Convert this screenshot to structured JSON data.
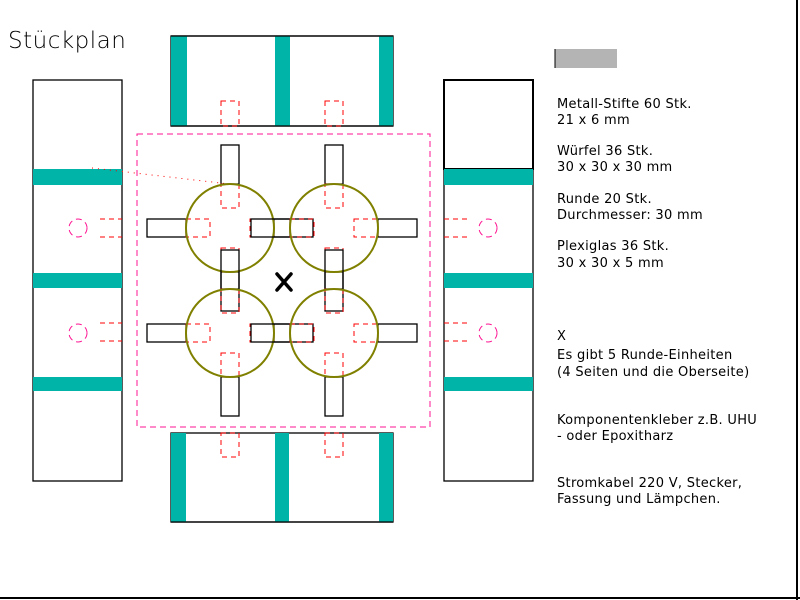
{
  "title": "Stückplan",
  "colors": {
    "profile": "#00b4a8",
    "round": "#808000",
    "hidden": "#ff0000",
    "outline": "#ff1493",
    "swatch": "#b4b4b4"
  },
  "legend": [
    {
      "line1": "Metall-Stifte 60 Stk.",
      "line2": "21 x 6 mm"
    },
    {
      "line1": "Würfel 36 Stk.",
      "line2": "30 x 30 x 30 mm"
    },
    {
      "line1": "Runde 20 Stk.",
      "line2": "Durchmesser: 30 mm"
    },
    {
      "line1": "Plexiglas 36 Stk.",
      "line2": "30 x 30 x 5 mm"
    }
  ],
  "note_x": {
    "marker": "X",
    "line1": "Es gibt 5 Runde-Einheiten",
    "line2": "(4 Seiten und die Oberseite)"
  },
  "glue": {
    "line1": "Komponentenkleber z.B. UHU",
    "line2": "- oder Epoxitharz"
  },
  "power": {
    "line1": "Stromkabel 220 V, Stecker,",
    "line2": "Fassung und Lämpchen."
  }
}
